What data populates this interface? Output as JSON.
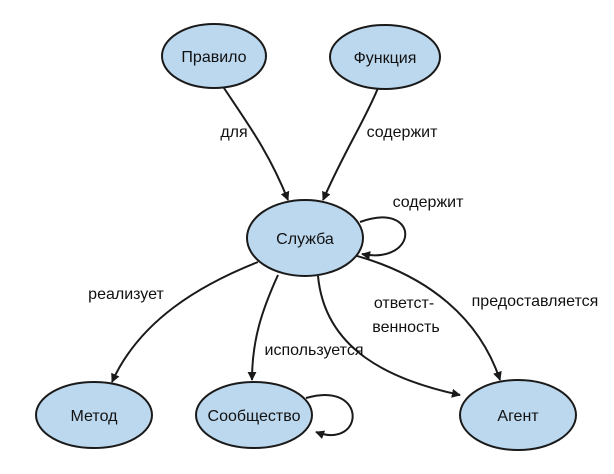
{
  "diagram": {
    "colors": {
      "node_fill": "#bcd8ee",
      "stroke": "#1a1a1a",
      "text": "#111111"
    },
    "nodes": {
      "pravilo": "Правило",
      "funktsiya": "Функция",
      "sluzhba": "Служба",
      "metod": "Метод",
      "soobshchestvo": "Сообщество",
      "agent": "Агент"
    },
    "edges": [
      {
        "from": "pravilo",
        "to": "sluzhba",
        "label": "для"
      },
      {
        "from": "funktsiya",
        "to": "sluzhba",
        "label": "содержит"
      },
      {
        "from": "sluzhba",
        "to": "sluzhba",
        "label": "содержит"
      },
      {
        "from": "sluzhba",
        "to": "metod",
        "label": "реализует"
      },
      {
        "from": "sluzhba",
        "to": "soobshchestvo",
        "label": "используется"
      },
      {
        "from": "sluzhba",
        "to": "agent",
        "label": [
          "ответст-",
          "венность"
        ]
      },
      {
        "from": "sluzhba",
        "to": "agent",
        "label": "предоставляется"
      },
      {
        "from": "soobshchestvo",
        "to": "soobshchestvo",
        "label": ""
      }
    ]
  }
}
